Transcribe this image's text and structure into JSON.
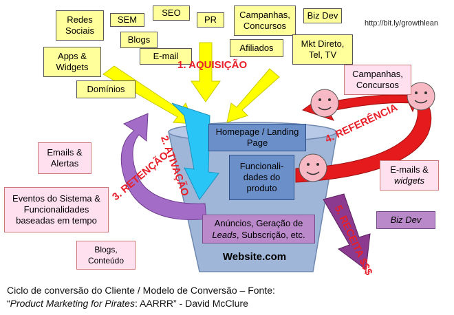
{
  "source_url": "http://bit.ly/growthlean",
  "acquisition": {
    "label": "1. AQUISIÇÃO",
    "channels": [
      "Redes Sociais",
      "SEM",
      "SEO",
      "PR",
      "Campanhas, Concursos",
      "Biz Dev",
      "Blogs",
      "Apps & Widgets",
      "E-mail",
      "Afiliados",
      "Mkt Direto, Tel, TV",
      "Domínios"
    ]
  },
  "activation": {
    "label": "2. ATIVAÇÃO"
  },
  "retention": {
    "label": "3. RETENÇÃO",
    "channels": [
      "Emails & Alertas",
      "Eventos do Sistema & Funcionalidades baseadas em tempo",
      "Blogs, Conteúdo"
    ]
  },
  "referral": {
    "label": "4. REFERÊNCIA",
    "channels": [
      "Campanhas, Concursos",
      "E-mails &",
      "widgets"
    ]
  },
  "revenue": {
    "label": "5. RECEITA $$$",
    "channels": [
      "Biz Dev"
    ]
  },
  "funnel": {
    "homepage": "Homepage / Landing Page",
    "features": "Funcionali-dades do produto",
    "ads": [
      "Anúncios, Geração de",
      "Leads",
      ", Subscrição, etc."
    ],
    "website": "Website.com"
  },
  "caption": {
    "line1": "Ciclo de conversão do Cliente / Modelo de Conversão – Fonte:",
    "line2_pre": "“",
    "line2_em": "Product Marketing for Pirates",
    "line2_post": ": AARRR” - David McClure"
  },
  "colors": {
    "acquisition_arrows": "#ffff00",
    "activation_arrow": "#29c5f6",
    "retention_arrow": "#a36cc7",
    "referral_arrow": "#e41a1c",
    "revenue_arrow": "#8b3a8f",
    "funnel": "#9fb6d9"
  }
}
